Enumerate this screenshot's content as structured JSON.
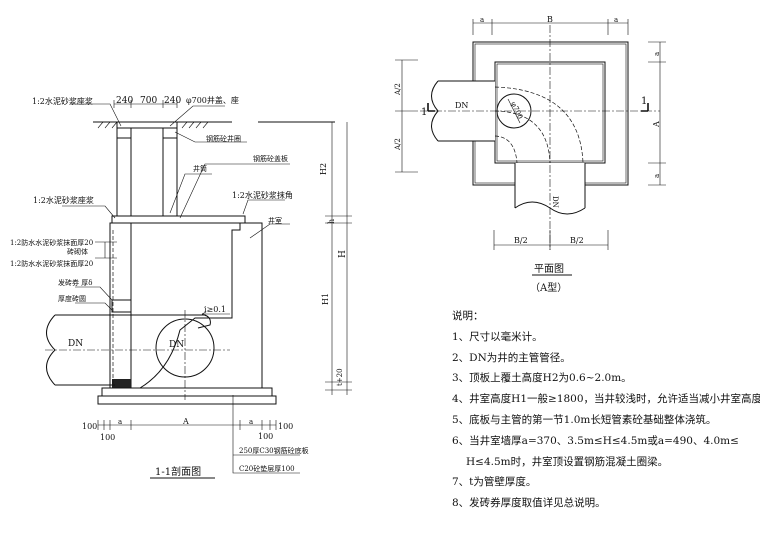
{
  "section": {
    "title": "1-1剖面图",
    "labels": {
      "mortar_seat_top": "1:2水泥砂浆座浆",
      "dim_240_left": "240",
      "dim_700": "700",
      "dim_240_right": "240",
      "cover": "φ700井盖、座",
      "rc_ring": "钢筋砼井圈",
      "shaft": "井筒",
      "rc_cover_slab": "钢筋砼盖板",
      "mortar_seat_mid": "1:2水泥砂浆座浆",
      "mortar_fillet": "1:2水泥砂浆抹角",
      "chamber": "井室",
      "plaster_outer": "1:2防水水泥砂浆抹面厚20",
      "masonry": "砖砌体",
      "plaster_inner": "1:2防水水泥砂浆抹面厚20",
      "brick_arch": "发砖券 厚δ",
      "thick_ring": "厚度砖圆",
      "slope": "i≥0.1",
      "dn_pipe": "DN",
      "dn_circle": "DN",
      "h2": "H2",
      "h": "h",
      "H": "H",
      "h1": "H1",
      "t20": "t+20",
      "base_slab": "250厚C30钢筋砼底板",
      "cushion": "C20砼垫层厚100",
      "dim_100_a": "100",
      "dim_a_left": "a",
      "dim_A": "A",
      "dim_a_right": "a",
      "dim_100_b": "100",
      "dim_100_c": "100",
      "dim_100_d": "100"
    }
  },
  "plan": {
    "title": "平面图",
    "subtitle": "（A型）",
    "labels": {
      "dim_a_left": "a",
      "dim_B": "B",
      "dim_a_right": "a",
      "dim_a_top": "a",
      "dim_A2_top": "A/2",
      "dim_A2_bottom": "A/2",
      "dim_A": "A",
      "dim_a_bottom": "a",
      "section_left": "1",
      "section_right": "1",
      "dn_left": "DN",
      "phi700": "φ700",
      "dn_bottom": "DN",
      "dim_B2_left": "B/2",
      "dim_B2_right": "B/2"
    }
  },
  "notes": {
    "heading": "说明：",
    "items": [
      "1、尺寸以毫米计。",
      "2、DN为井的主管管径。",
      "3、顶板上覆土高度H2为0.6~2.0m。",
      "4、井室高度H1一般≥1800，当井较浅时，允许适当减小井室高度。",
      "5、底板与主管的第一节1.0m长短管素砼基础整体浇筑。",
      "6、当井室墙厚a=370、3.5m≤H≤4.5m或a=490、4.0m≤",
      "H≤4.5m时，井室顶设置钢筋混凝土圈梁。",
      "7、t为管壁厚度。",
      "8、发砖券厚度取值详见总说明。"
    ]
  }
}
